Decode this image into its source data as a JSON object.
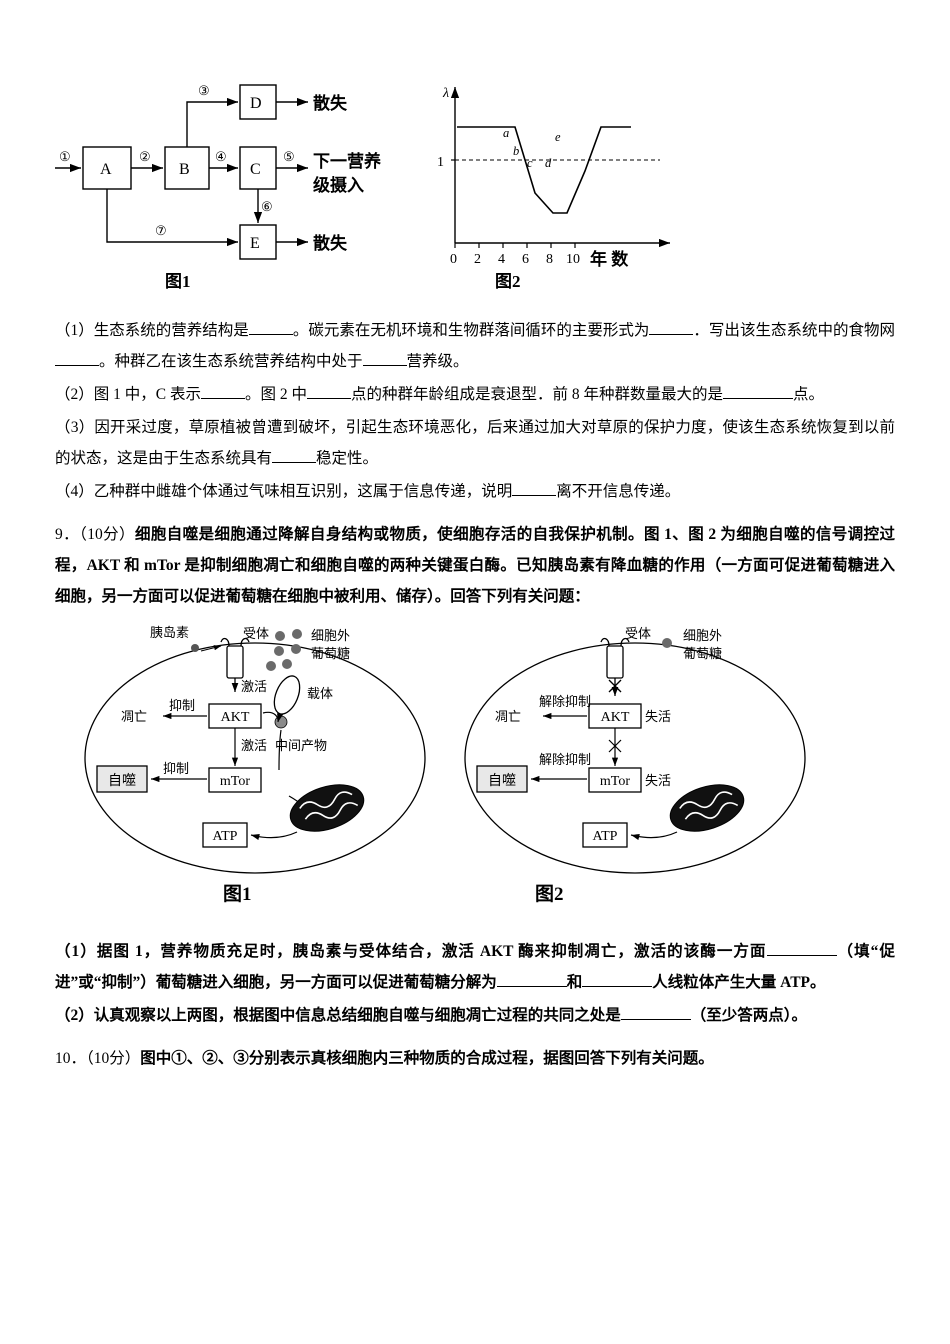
{
  "figure1": {
    "caption_left": "图1",
    "caption_right": "图2",
    "flow_labels": {
      "n1": "①",
      "n2": "②",
      "n3": "③",
      "n4": "④",
      "n5": "⑤",
      "n6": "⑥",
      "n7": "⑦",
      "A": "A",
      "B": "B",
      "C": "C",
      "D": "D",
      "E": "E",
      "loss1": "散失",
      "loss2": "散失",
      "next_level": "下一营养",
      "next_level2": "级摄入"
    },
    "graph": {
      "y_axis_label": "λ",
      "x_axis_label": "年 数",
      "y_tick": "1",
      "x_ticks": [
        "0",
        "2",
        "4",
        "6",
        "8",
        "10"
      ],
      "point_labels": [
        "a",
        "b",
        "c",
        "d",
        "e"
      ]
    }
  },
  "questions": [
    {
      "id": "q8-1",
      "text_parts": [
        "（1）生态系统的营养结构是",
        "。碳元素在无机环境和生物群落间循环的主要形式为",
        "．写出该生态系统中的食物网",
        "。种群乙在该生态系统营养结构中处于",
        "营养级。"
      ]
    },
    {
      "id": "q8-2",
      "text_parts": [
        "（2）图 1 中，C 表示",
        "。图 2 中",
        "点的种群年龄组成是衰退型．前 8 年种群数量最大的是",
        "点。"
      ]
    },
    {
      "id": "q8-3",
      "text_parts": [
        "（3）因开采过度，草原植被曾遭到破坏，引起生态环境恶化，后来通过加大对草原的保护力度，使该生态系统恢复到以前的状态，这是由于生态系统具有",
        "稳定性。"
      ]
    },
    {
      "id": "q8-4",
      "text_parts": [
        "（4）乙种群中雌雄个体通过气味相互识别，这属于信息传递，说明",
        "离不开信息传递。"
      ]
    }
  ],
  "question9": {
    "number": "9．（10分）",
    "stem": "细胞自噬是细胞通过降解自身结构或物质，使细胞存活的自我保护机制。图 1、图 2 为细胞自噬的信号调控过程，AKT 和 mTor 是抑制细胞凋亡和细胞自噬的两种关键蛋白酶。已知胰岛素有降血糖的作用（一方面可促进葡萄糖进入细胞，另一方面可以促进葡萄糖在细胞中被利用、储存）。回答下列有关问题：",
    "sub1_parts": [
      "（1）据图 1，营养物质充足时，胰岛素与受体结合，激活 AKT 酶来抑制凋亡，激活的该酶一方面",
      "（填“促进”或“抑制”）葡萄糖进入细胞，另一方面可以促进葡萄糖分解为",
      "和",
      "人线粒体产生大量 ATP。"
    ],
    "sub2_parts": [
      "（2）认真观察以上两图，根据图中信息总结细胞自噬与细胞凋亡过程的共同之处是",
      "（至少答两点）。"
    ]
  },
  "question10": {
    "number": "10．（10分）",
    "text": "图中①、②、③分别表示真核细胞内三种物质的合成过程，据图回答下列有关问题。"
  },
  "cell_figures": {
    "fig1": {
      "caption": "图1",
      "insulin": "胰岛素",
      "receptor": "受体",
      "extracellular": "细胞外",
      "glucose": "葡萄糖",
      "activate1": "激活",
      "carrier": "载体",
      "apoptosis": "凋亡",
      "inhibit1": "抑制",
      "akt": "AKT",
      "activate2": "激活",
      "intermediate": "中间产物",
      "inhibit2": "抑制",
      "mtor": "mTor",
      "autophagy": "自噬",
      "atp": "ATP"
    },
    "fig2": {
      "caption": "图2",
      "receptor": "受体",
      "extracellular": "细胞外",
      "glucose": "葡萄糖",
      "release_inhibit1": "解除抑制",
      "apoptosis": "凋亡",
      "akt": "AKT",
      "inactive1": "失活",
      "release_inhibit2": "解除抑制",
      "autophagy": "自噬",
      "mtor": "mTor",
      "inactive2": "失活",
      "atp": "ATP"
    }
  }
}
